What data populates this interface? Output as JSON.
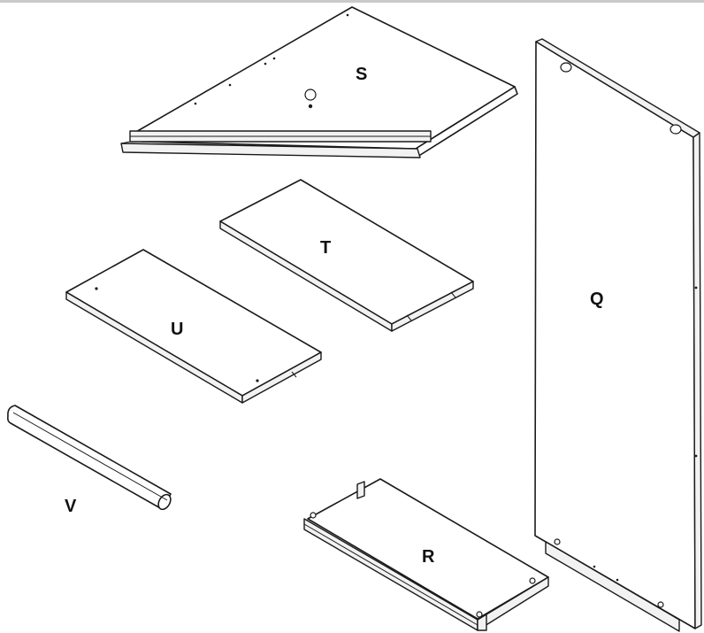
{
  "parts": {
    "s": {
      "label": "S"
    },
    "t": {
      "label": "T"
    },
    "u": {
      "label": "U"
    },
    "v": {
      "label": "V"
    },
    "r": {
      "label": "R"
    },
    "q": {
      "label": "Q"
    }
  }
}
